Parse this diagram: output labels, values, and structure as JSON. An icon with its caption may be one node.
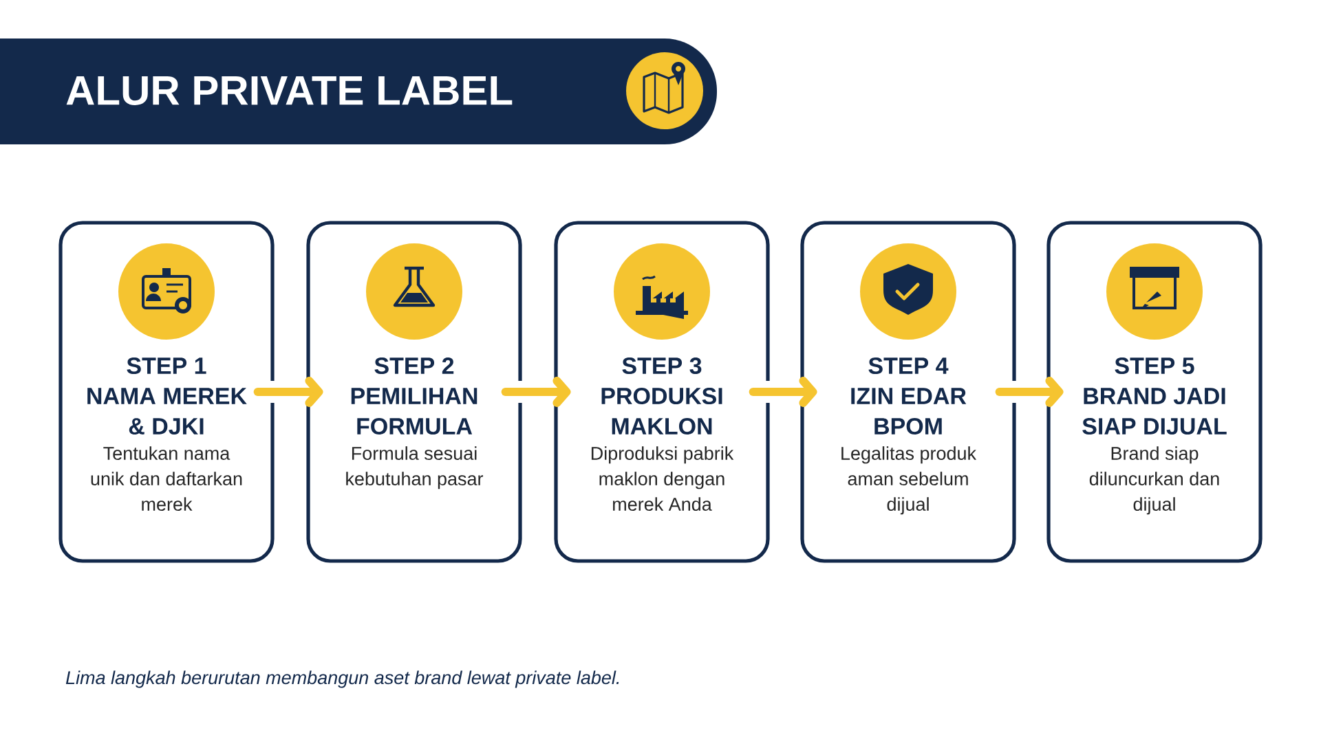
{
  "diagram": {
    "title": "ALUR PRIVATE LABEL",
    "caption": "Lima langkah berurutan membangun aset brand lewat private label.",
    "nodes": [
      {
        "text": [
          "STEP 1",
          "NAMA MEREK & DJKI",
          "Tentukan nama unik dan daftarkan merek"
        ]
      },
      {
        "text": [
          "STEP 2",
          "PEMILIHAN FORMULA",
          "Formula sesuai kebutuhan pasar"
        ]
      },
      {
        "text": [
          "STEP 3",
          "PRODUKSI MAKLON",
          "Diproduksi pabrik maklon dengan merek Anda"
        ]
      },
      {
        "text": [
          "STEP 4",
          "IZIN EDAR BPOM",
          "Legalitas produk aman sebelum dijual"
        ]
      },
      {
        "text": [
          "STEP 5",
          "BRAND JADI SIAP DIJUAL",
          "Brand siap diluncurkan dan dijual"
        ]
      }
    ],
    "edges": [
      {
        "from": 0,
        "to": 1,
        "arrow": "to"
      },
      {
        "from": 1,
        "to": 2,
        "arrow": "to"
      },
      {
        "from": 2,
        "to": 3,
        "arrow": "to"
      },
      {
        "from": 3,
        "to": 4,
        "arrow": "to"
      }
    ]
  }
}
